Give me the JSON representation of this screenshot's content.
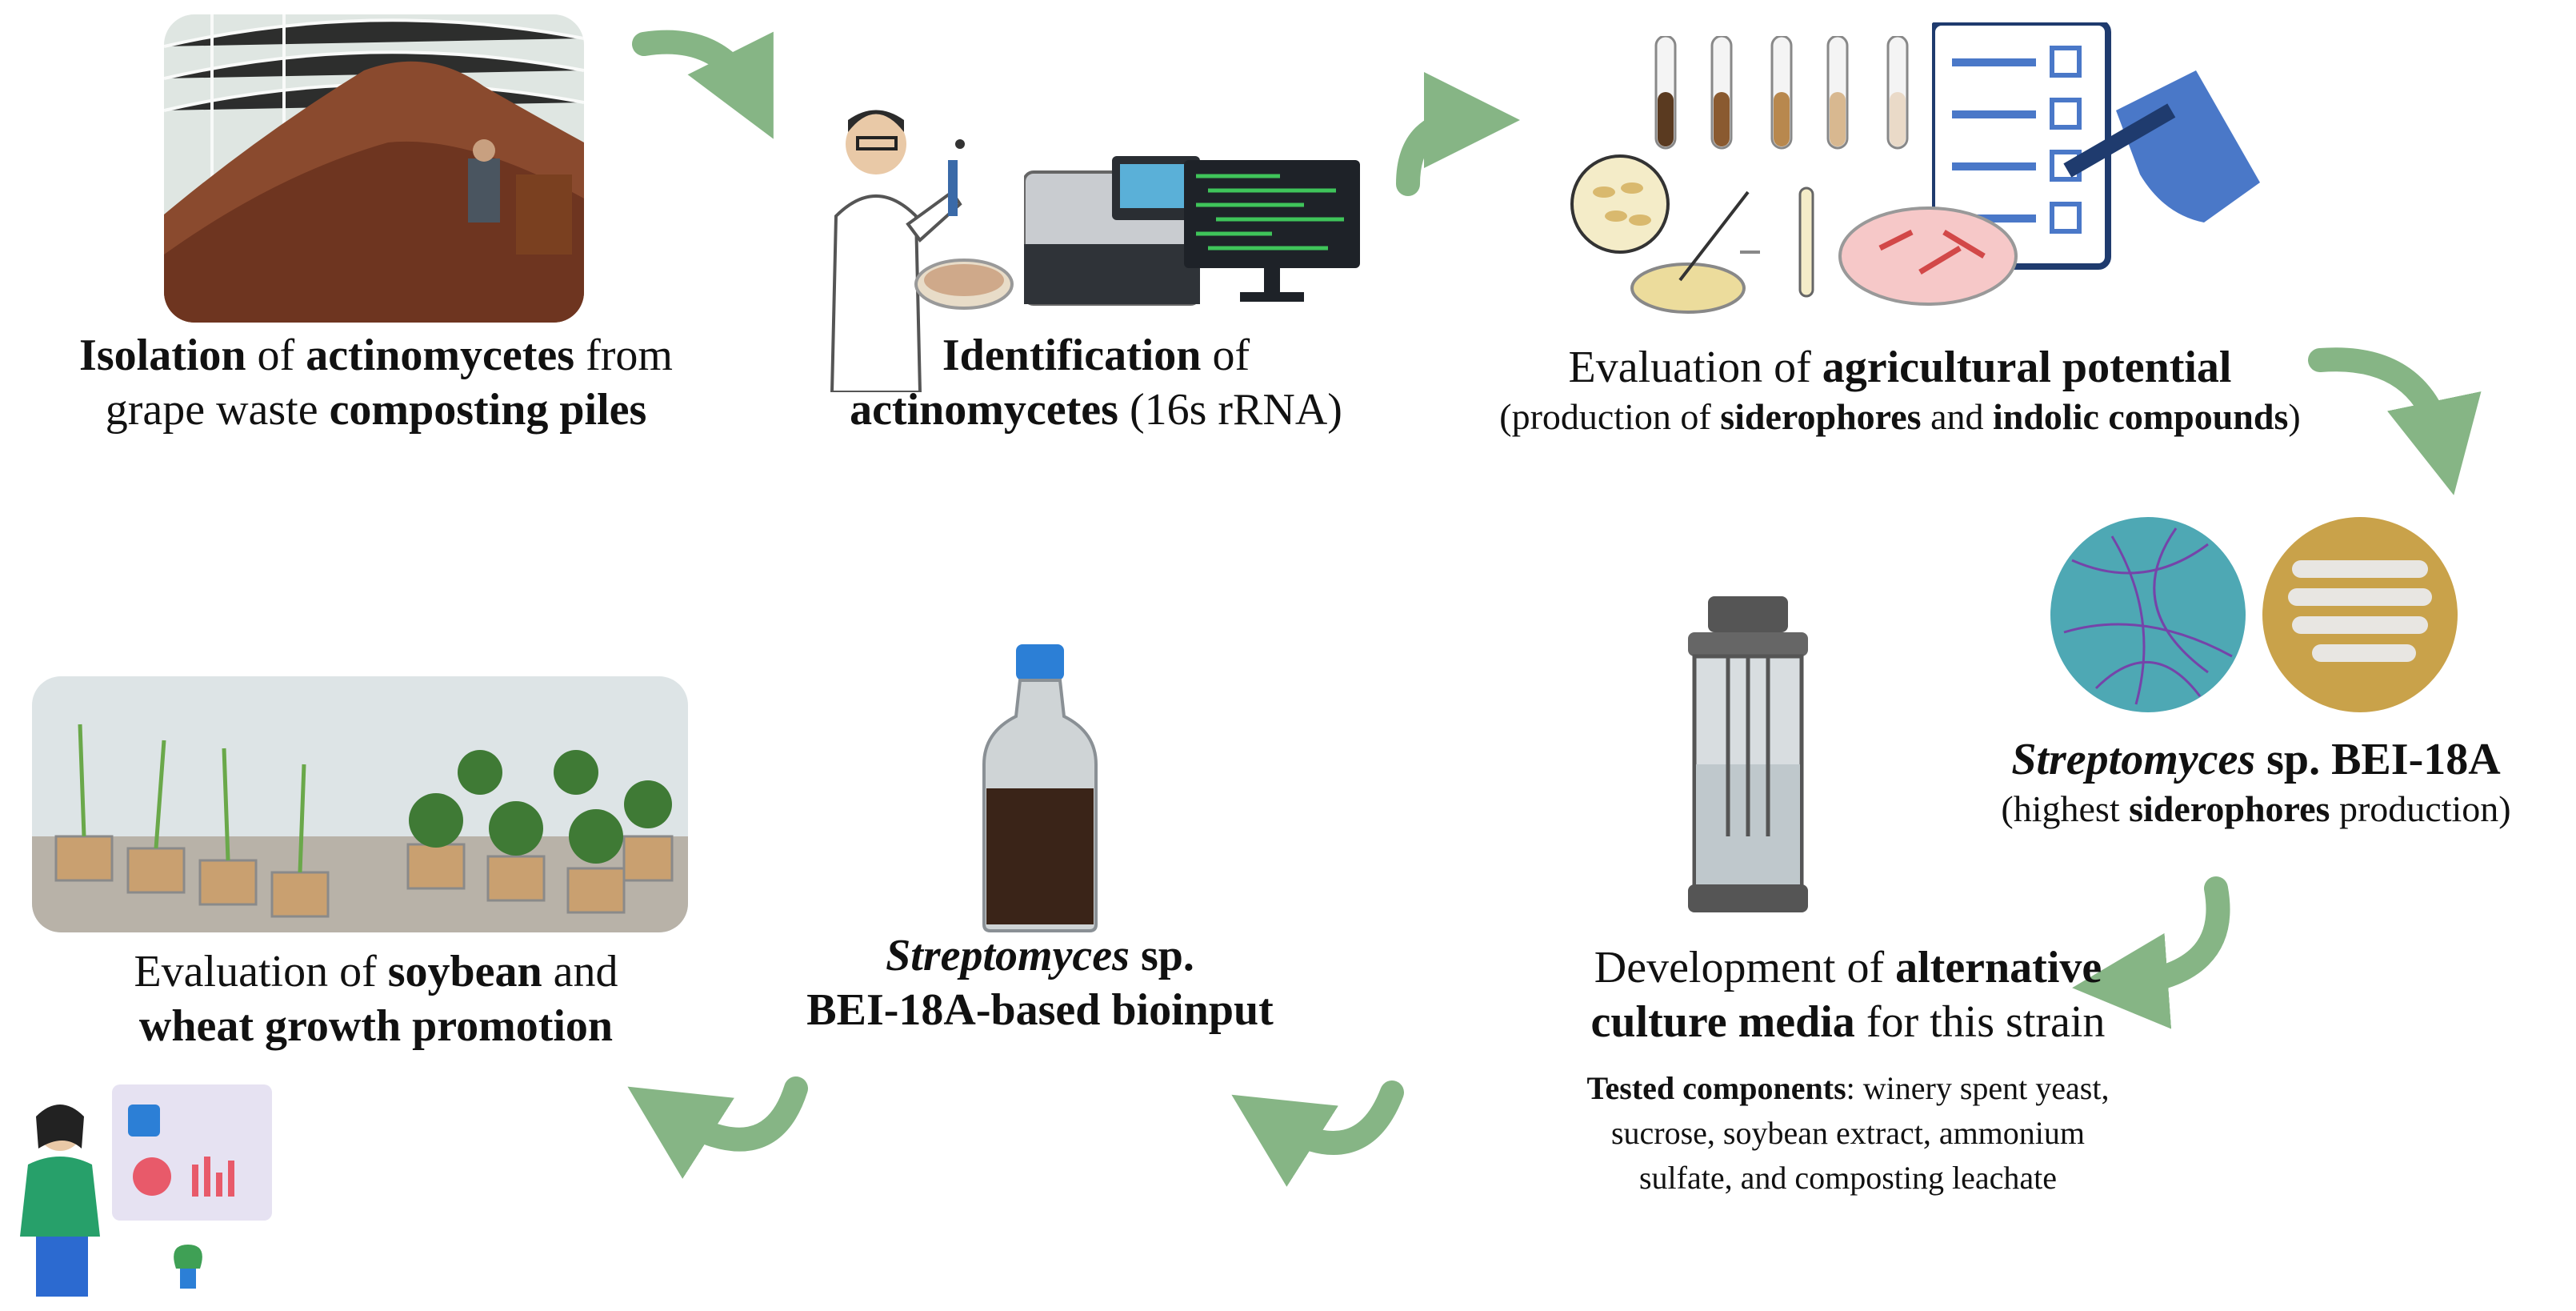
{
  "colors": {
    "arrow": "#86b585",
    "compost": "#8a4a2e",
    "bottle_liquid": "#3a2418",
    "bottle_cap": "#2c7fd6",
    "plate_teal": "#4ea8b4",
    "plate_yellow": "#c9a24a",
    "checklist_blue": "#4a78c8"
  },
  "steps": {
    "s1": {
      "b1": "Isolation",
      "t1": " of ",
      "b2": "actinomycetes",
      "t2": " from",
      "t3": "grape waste ",
      "b3": "composting piles"
    },
    "s2": {
      "b1": "Identification",
      "t1": " of",
      "b2": "actinomycetes",
      "t2": " (16s rRNA)"
    },
    "s3": {
      "t1": "Evaluation of ",
      "b1": "agricultural potential",
      "t2": "(production of ",
      "b2": "siderophores",
      "t3": " and ",
      "b3": "indolic compounds",
      "t4": ")"
    },
    "s4": {
      "i1": "Streptomyces",
      "b1": " sp. BEI-18A",
      "t1": "(highest ",
      "b2": "siderophores",
      "t2": " production)"
    },
    "s5": {
      "t1": "Development of ",
      "b1": "alternative",
      "b2": "culture media",
      "t2": " for this strain",
      "b3": "Tested components",
      "t3": ": winery spent yeast,",
      "t4": "sucrose, soybean extract, ammonium",
      "t5": "sulfate, and composting leachate"
    },
    "s6": {
      "i1": "Streptomyces",
      "t1": " sp.",
      "b1": "BEI-18A-based bioinput"
    },
    "s7": {
      "t1": "Evaluation of ",
      "b1": "soybean",
      "t2": " and",
      "b2": "wheat growth promotion"
    }
  },
  "icons": [
    "compost-pile-photo",
    "scientist-icon",
    "sequencer-icon",
    "monitor-icon",
    "test-tubes-icon",
    "checklist-icon",
    "petri-dish-icon",
    "agar-plate-photos",
    "bioreactor-icon",
    "bioinput-bottle-icon",
    "seedlings-photo",
    "analyst-icon"
  ]
}
